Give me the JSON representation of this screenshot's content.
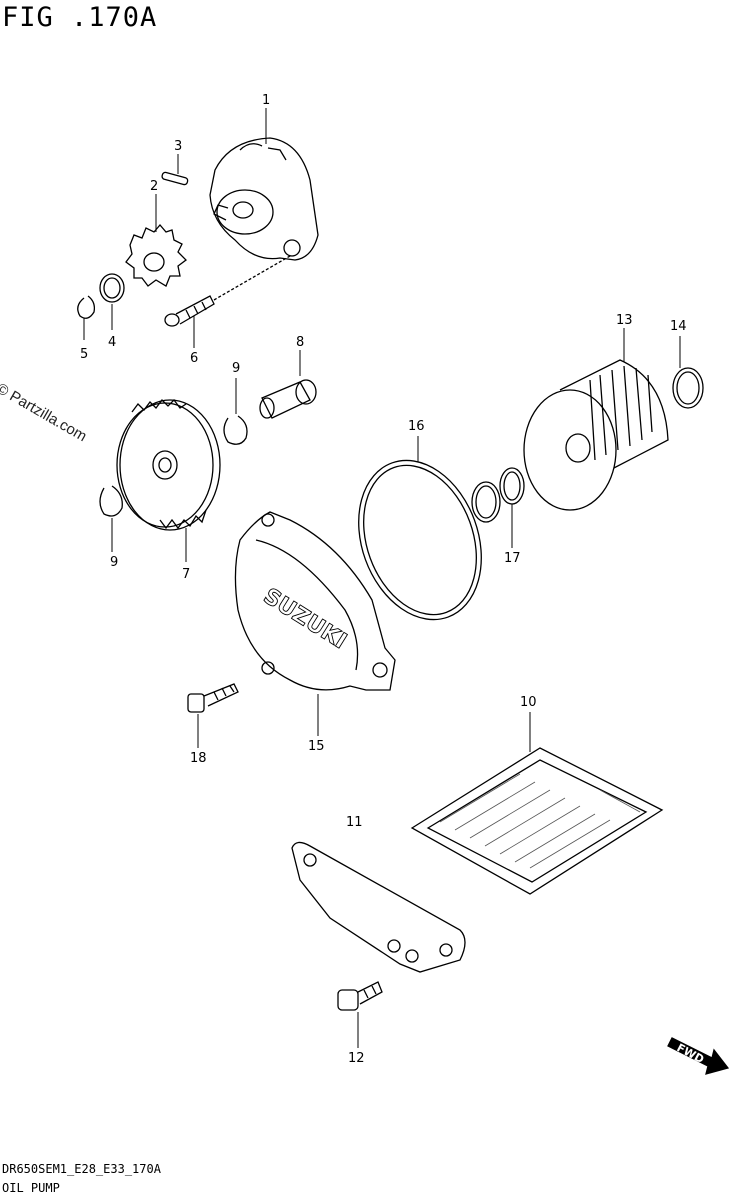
{
  "figure": {
    "title": "FIG .170A",
    "code": "DR650SEM1_E28_E33_170A",
    "name": "OIL PUMP",
    "watermark": "© Partzilla.com"
  },
  "callouts": {
    "c1": "1",
    "c2": "2",
    "c3": "3",
    "c4": "4",
    "c5": "5",
    "c6": "6",
    "c7": "7",
    "c8": "8",
    "c9a": "9",
    "c9b": "9",
    "c10": "10",
    "c11": "11",
    "c12": "12",
    "c13": "13",
    "c14": "14",
    "c15": "15",
    "c16": "16",
    "c17": "17",
    "c18": "18"
  },
  "cover_logo": "SUZUKI",
  "fwd_label": "FWD"
}
